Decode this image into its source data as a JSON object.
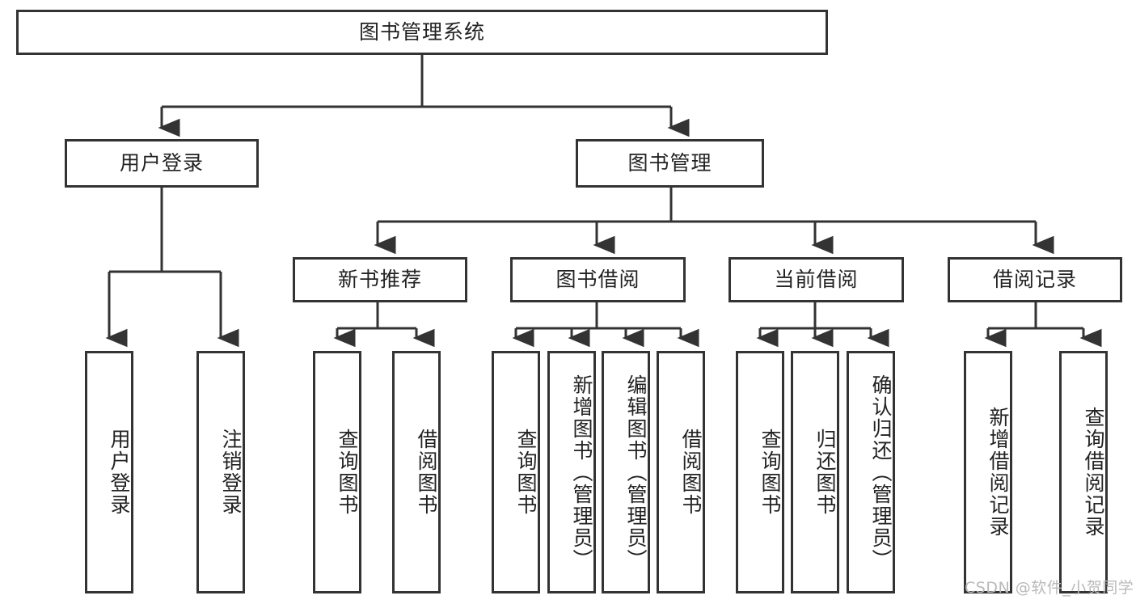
{
  "diagram": {
    "type": "tree",
    "title_node": {
      "id": "root",
      "label": "图书管理系统"
    },
    "level2": [
      {
        "id": "user-login",
        "label": "用户登录"
      },
      {
        "id": "book-manage",
        "label": "图书管理"
      }
    ],
    "level3": [
      {
        "id": "new-book-rec",
        "label": "新书推荐",
        "parent": "book-manage"
      },
      {
        "id": "book-borrow",
        "label": "图书借阅",
        "parent": "book-manage"
      },
      {
        "id": "current-borrow",
        "label": "当前借阅",
        "parent": "book-manage"
      },
      {
        "id": "borrow-record",
        "label": "借阅记录",
        "parent": "book-manage"
      }
    ],
    "leaves": [
      {
        "id": "leaf-user-login",
        "label": "用户登录",
        "parent": "user-login"
      },
      {
        "id": "leaf-user-logout",
        "label": "注销登录",
        "parent": "user-login"
      },
      {
        "id": "leaf-query-book-1",
        "label": "查询图书",
        "parent": "new-book-rec"
      },
      {
        "id": "leaf-borrow-book-1",
        "label": "借阅图书",
        "parent": "new-book-rec"
      },
      {
        "id": "leaf-query-book-2",
        "label": "查询图书",
        "parent": "book-borrow"
      },
      {
        "id": "leaf-add-book",
        "label": "新增图书（管理员）",
        "parent": "book-borrow"
      },
      {
        "id": "leaf-edit-book",
        "label": "编辑图书（管理员）",
        "parent": "book-borrow"
      },
      {
        "id": "leaf-borrow-book-2",
        "label": "借阅图书",
        "parent": "book-borrow"
      },
      {
        "id": "leaf-query-book-3",
        "label": "查询图书",
        "parent": "current-borrow"
      },
      {
        "id": "leaf-return-book",
        "label": "归还图书",
        "parent": "current-borrow"
      },
      {
        "id": "leaf-confirm-return",
        "label": "确认归还（管理员）",
        "parent": "current-borrow"
      },
      {
        "id": "leaf-add-record",
        "label": "新增借阅记录",
        "parent": "borrow-record"
      },
      {
        "id": "leaf-query-record",
        "label": "查询借阅记录",
        "parent": "borrow-record"
      }
    ]
  },
  "watermark": {
    "text": "CSDN @软件_小贺同学"
  },
  "colors": {
    "border": "#333333",
    "text": "#222222",
    "background": "#ffffff",
    "watermark": "#b9b9b9"
  }
}
